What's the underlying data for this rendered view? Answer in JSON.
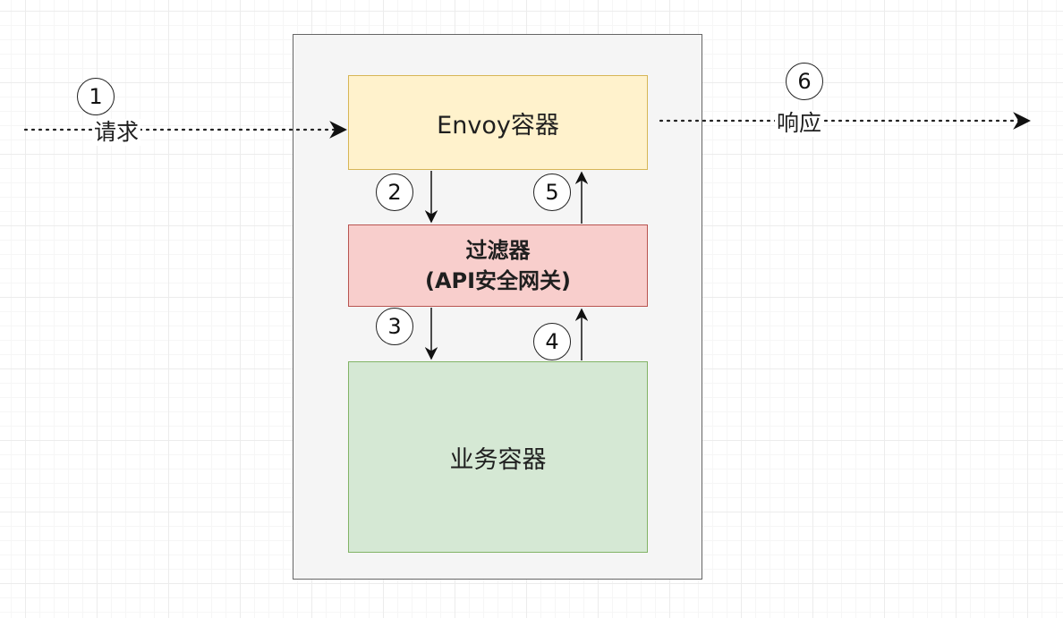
{
  "nodes": {
    "envoy": "Envoy容器",
    "filter_line1": "过滤器",
    "filter_line2": "(API安全网关)",
    "business": "业务容器"
  },
  "edges": {
    "request_label": "请求",
    "response_label": "响应"
  },
  "steps": [
    "1",
    "2",
    "3",
    "4",
    "5",
    "6"
  ],
  "colors": {
    "envoy_fill": "#fff2cc",
    "envoy_border": "#d6b656",
    "filter_fill": "#f8cecc",
    "filter_border": "#b85450",
    "business_fill": "#d5e8d4",
    "business_border": "#82b366",
    "pod_fill": "#f5f5f5"
  }
}
